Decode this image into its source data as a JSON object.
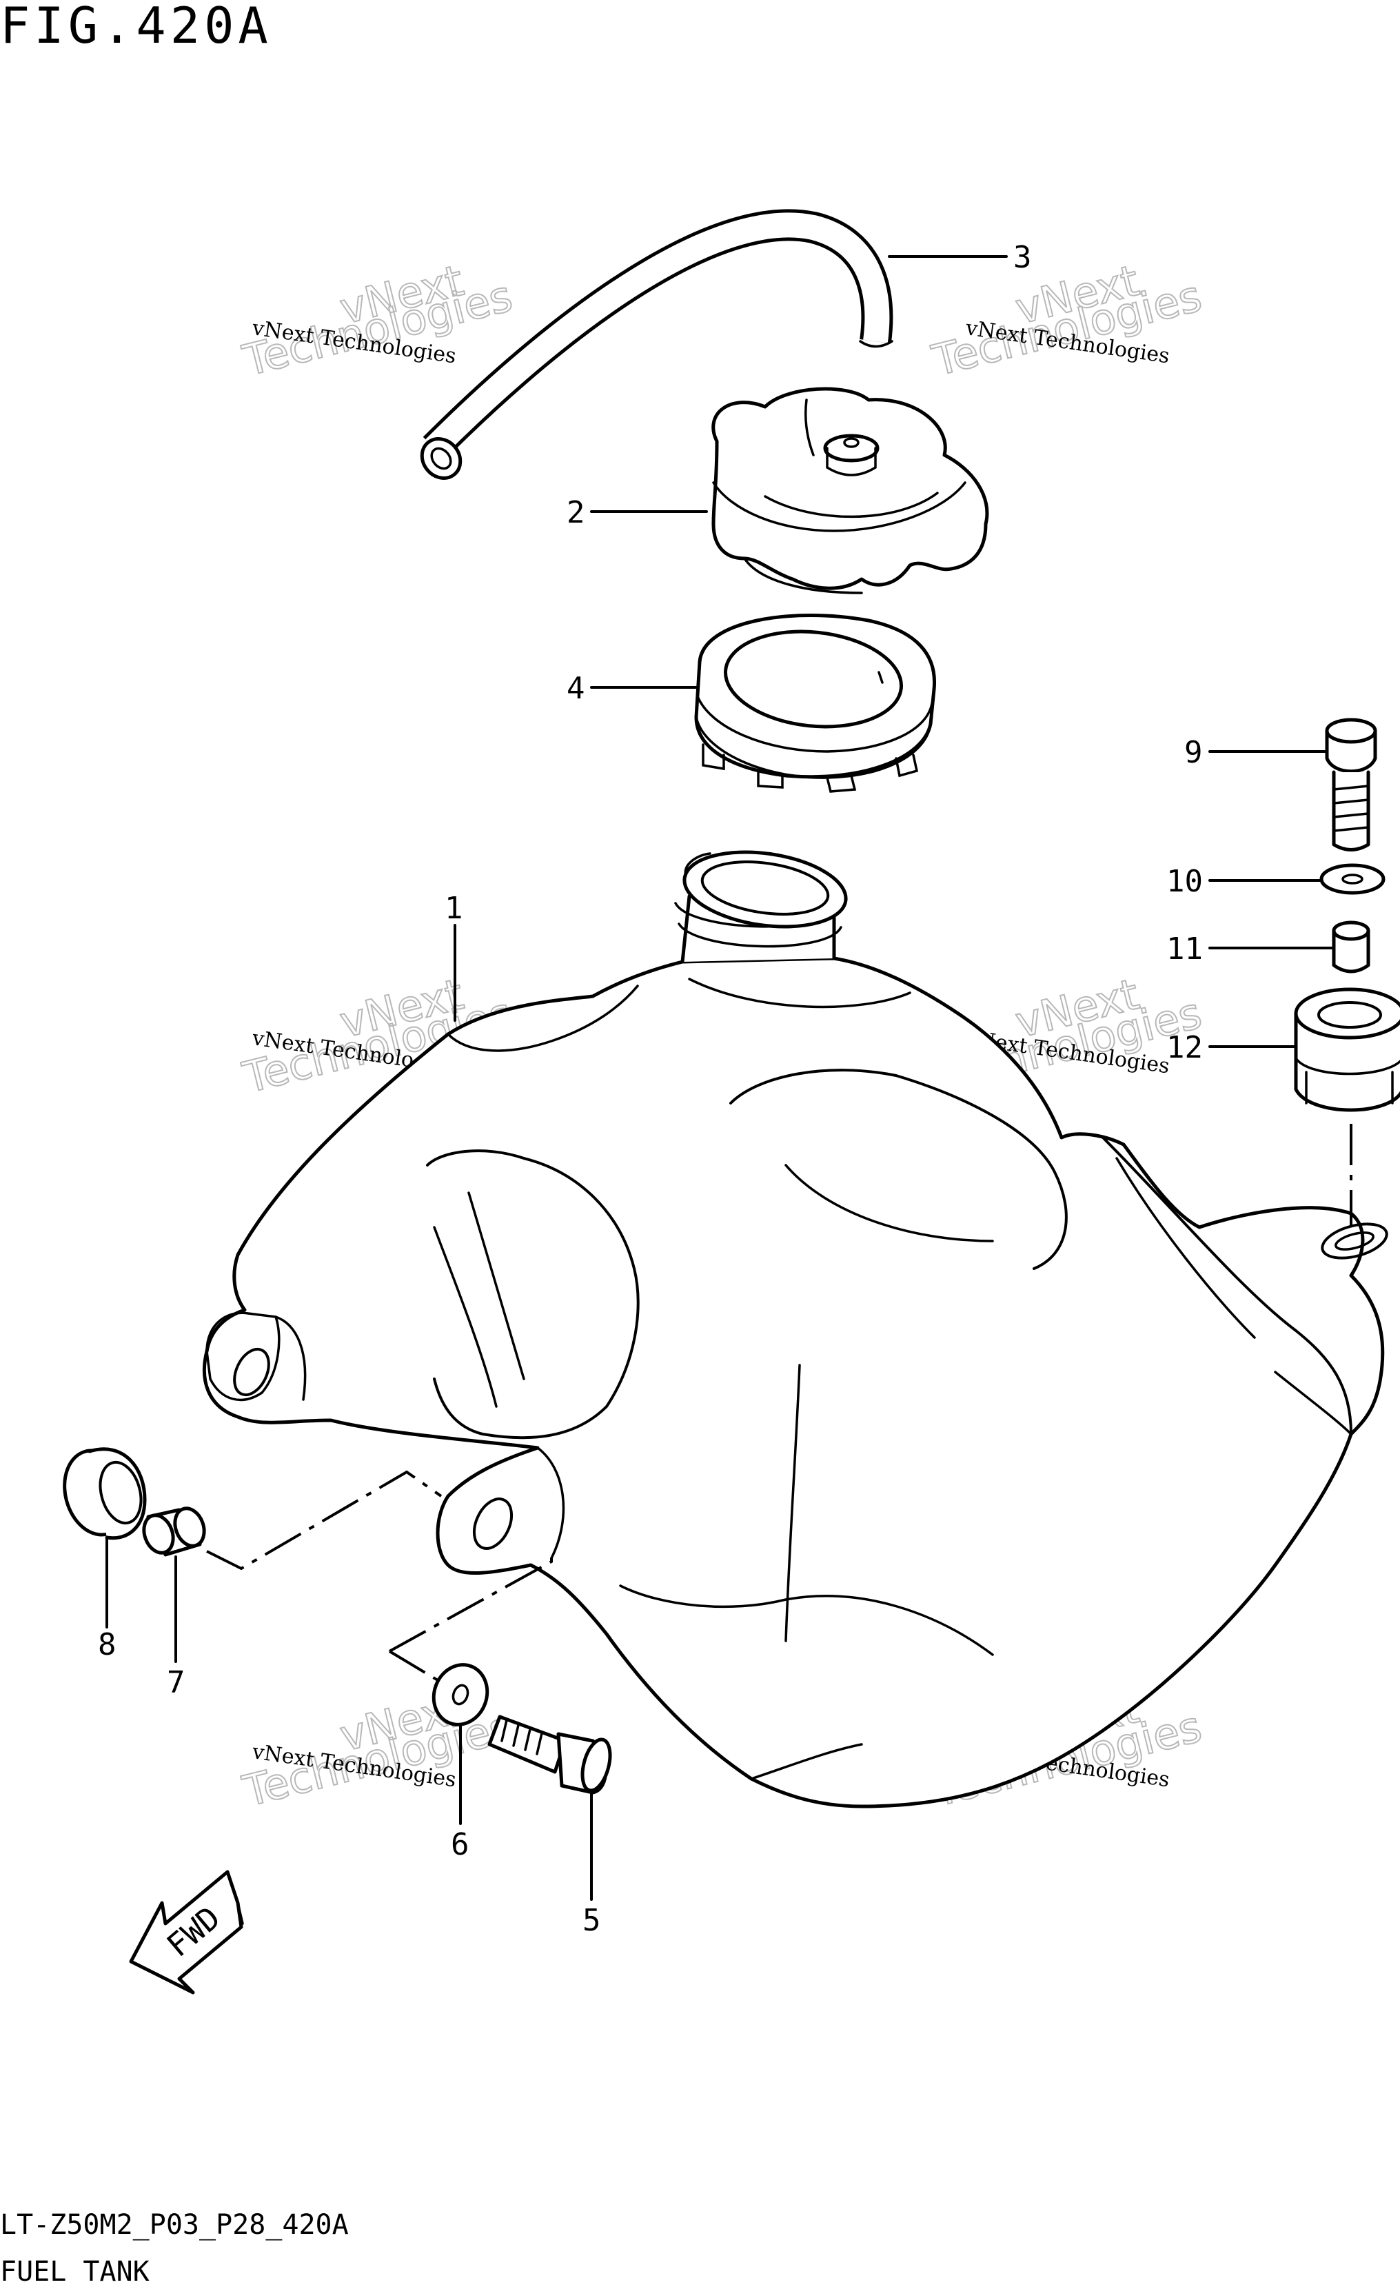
{
  "figure": {
    "title": "FIG.420A",
    "model_code": "LT-Z50M2_P03_P28_420A",
    "section_name": "FUEL TANK"
  },
  "watermark": {
    "line1": "vNext Technologies",
    "line2": "vNext",
    "line3": "Technologies"
  },
  "direction_arrow": {
    "label": "FWD"
  },
  "callouts": [
    {
      "number": "1",
      "part": "fuel tank"
    },
    {
      "number": "2",
      "part": "fuel cap"
    },
    {
      "number": "3",
      "part": "breather hose"
    },
    {
      "number": "4",
      "part": "filler neck ring"
    },
    {
      "number": "5",
      "part": "bolt"
    },
    {
      "number": "6",
      "part": "washer"
    },
    {
      "number": "7",
      "part": "spacer"
    },
    {
      "number": "8",
      "part": "cushion"
    },
    {
      "number": "9",
      "part": "bolt"
    },
    {
      "number": "10",
      "part": "washer"
    },
    {
      "number": "11",
      "part": "spacer"
    },
    {
      "number": "12",
      "part": "cushion"
    }
  ]
}
